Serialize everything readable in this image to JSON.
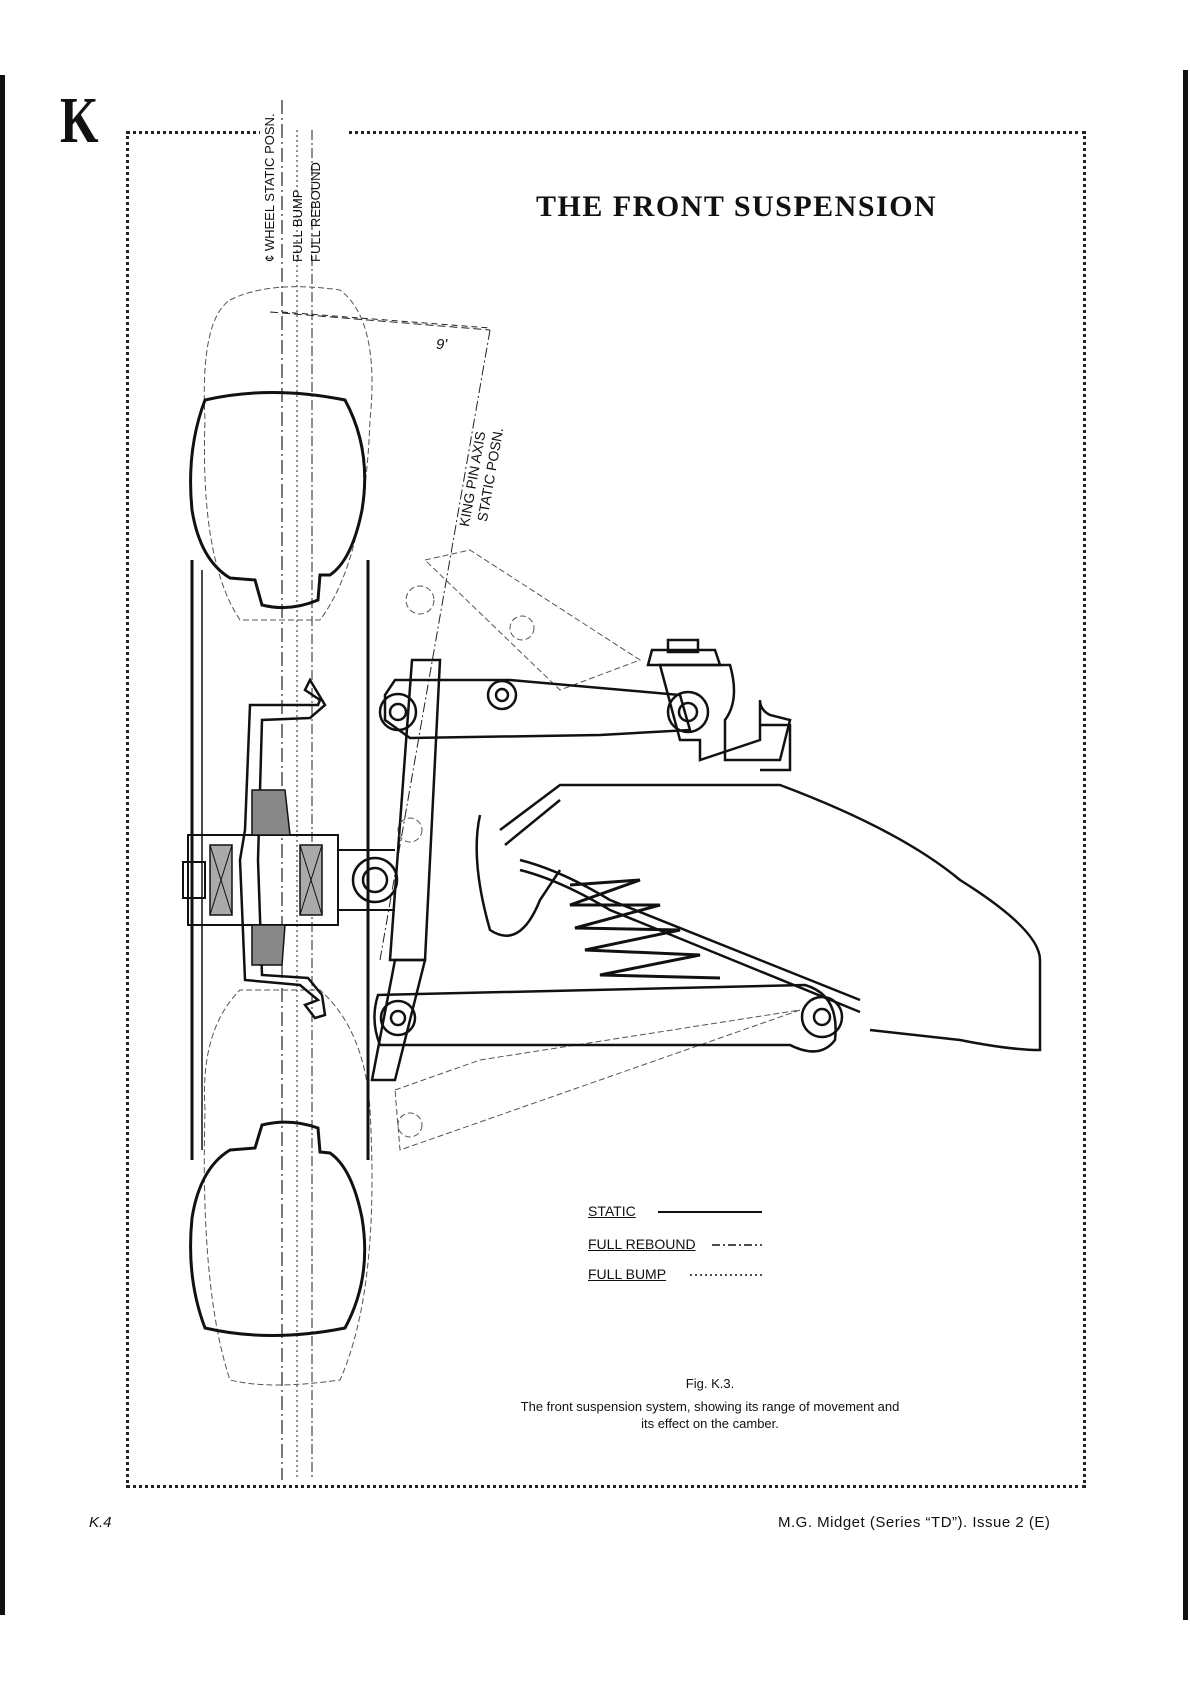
{
  "page": {
    "section_letter": "K",
    "title": "THE FRONT SUSPENSION",
    "footer_left": "K.4",
    "footer_right": "M.G. Midget (Series “TD”).  Issue 2 (E)"
  },
  "diagram": {
    "annotations": {
      "wheel_static": "¢ WHEEL STATIC POSN.",
      "full_bump": "FULL BUMP",
      "full_rebound": "FULL REBOUND",
      "angle": "9'",
      "king_pin_axis": "KING PIN AXIS",
      "static_posn": "STATIC POSN."
    },
    "legend": [
      {
        "label": "STATIC",
        "style": "solid"
      },
      {
        "label": "FULL REBOUND",
        "style": "dash-dot"
      },
      {
        "label": "FULL BUMP",
        "style": "dotted"
      }
    ]
  },
  "caption": {
    "figure": "Fig. K.3.",
    "text": "The front suspension system, showing its range of movement and its effect on the camber."
  }
}
